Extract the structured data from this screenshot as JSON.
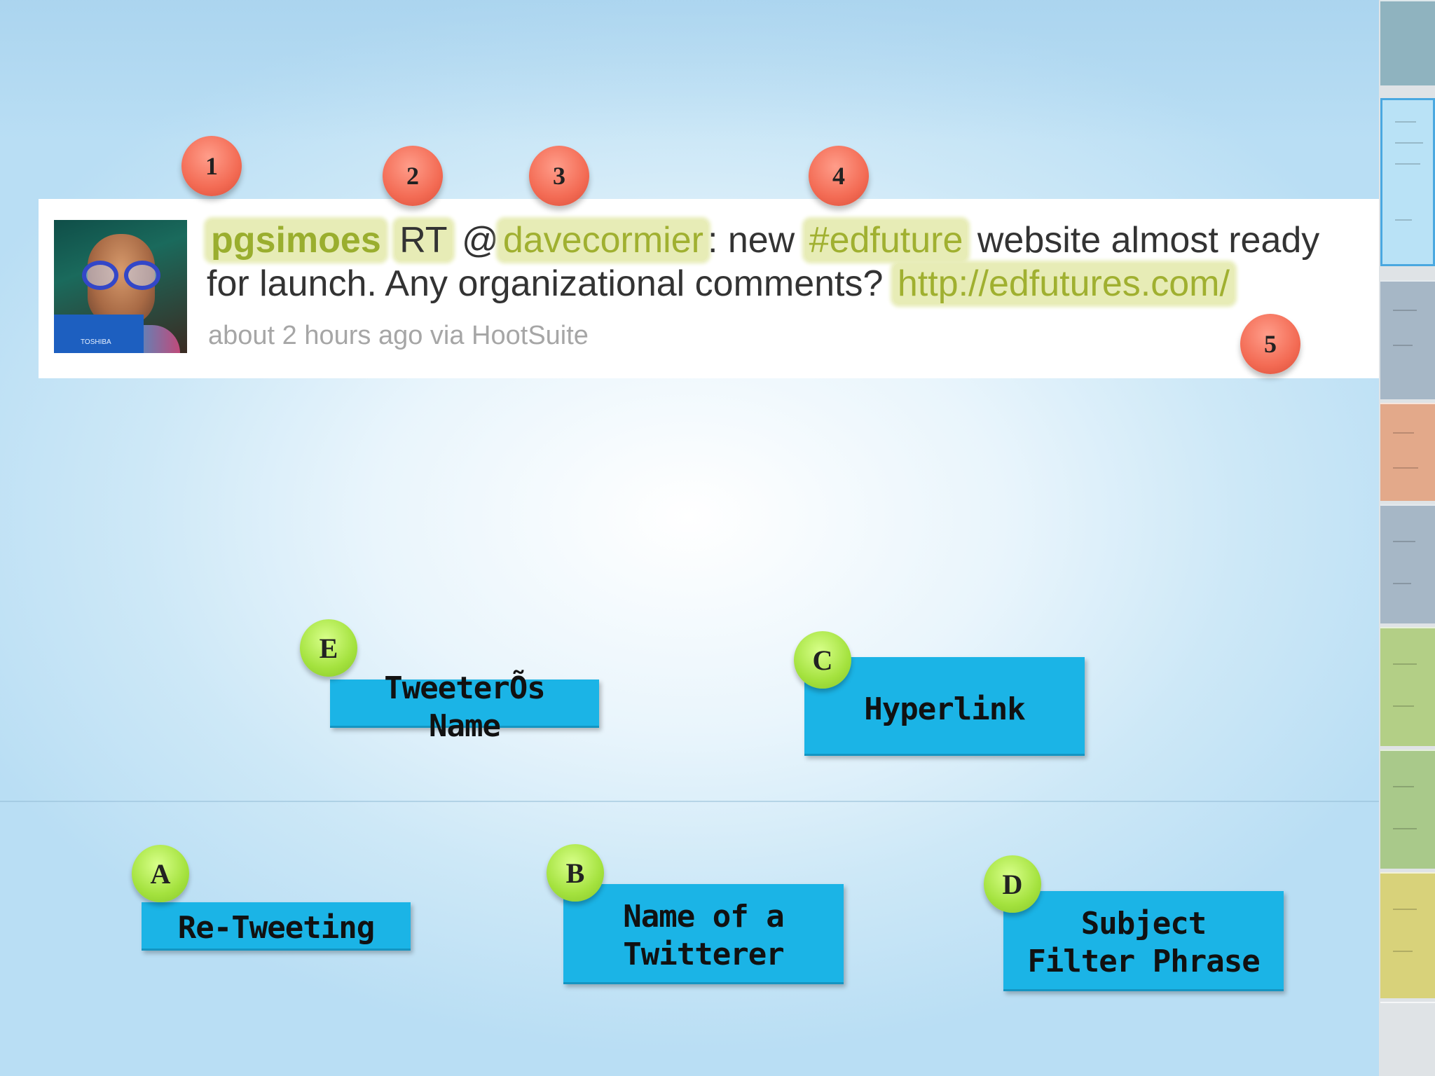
{
  "tweet": {
    "username": "pgsimoes",
    "rt": "RT",
    "at": "@",
    "mention": "davecormier",
    "text_after_mention": ": new ",
    "hashtag": "#edfuture",
    "text_after_hashtag": " website almost ready",
    "line2_text": "for launch. Any organizational comments? ",
    "link": "http://edfutures.com/",
    "meta": "about 2 hours ago via HootSuite",
    "avatar_laptop_label": "TOSHIBA"
  },
  "number_badges": [
    "1",
    "2",
    "3",
    "4",
    "5"
  ],
  "answers": {
    "E": {
      "letter": "E",
      "label": "TweeterÕs\nName"
    },
    "C": {
      "letter": "C",
      "label": "Hyperlink"
    },
    "A": {
      "letter": "A",
      "label": "Re-Tweeting"
    },
    "B": {
      "letter": "B",
      "label": "Name of a\nTwitterer"
    },
    "D": {
      "letter": "D",
      "label": "Subject\nFilter Phrase"
    }
  },
  "colors": {
    "number_badge": "#f36b54",
    "letter_badge": "#a4e23e",
    "answer_box": "#1bb4e6",
    "highlight": "#e7ecb6"
  }
}
